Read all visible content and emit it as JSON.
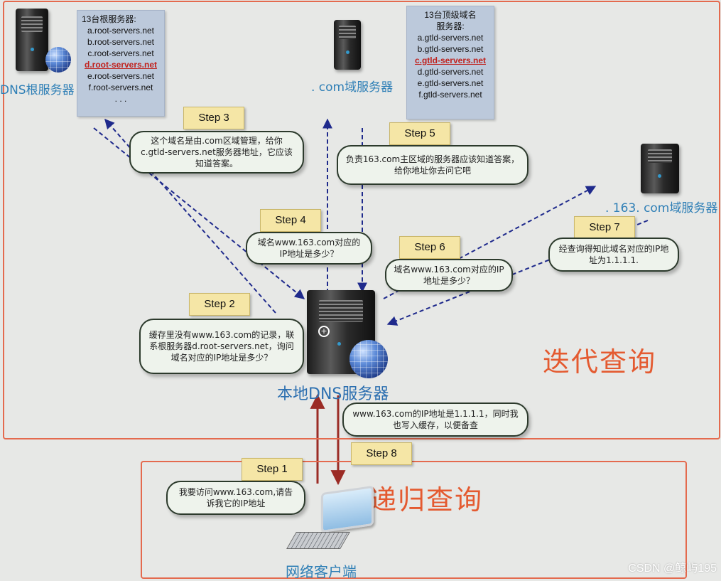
{
  "regions": {
    "iterative_label": "迭代查询",
    "recursive_label": "递归查询"
  },
  "servers": {
    "root_label": "DNS根服务器",
    "com_label": ". com域服务器",
    "n163_label": ". 163. com域服务器",
    "local_label": "本地DNS服务器",
    "client_label": "网络客户端"
  },
  "root_list": {
    "title": "13台根服务器:",
    "items": [
      "a.root-servers.net",
      "b.root-servers.net",
      "c.root-servers.net",
      "d.root-servers.net",
      "e.root-servers.net",
      "f.root-servers.net",
      ". . ."
    ],
    "highlight_index": 3
  },
  "gtld_list": {
    "title_line1": "13台顶级域名",
    "title_line2": "服务器:",
    "items": [
      "a.gtld-servers.net",
      "b.gtld-servers.net",
      "c.gtld-servers.net",
      "d.gtld-servers.net",
      "e.gtld-servers.net",
      "f.gtld-servers.net"
    ],
    "highlight_index": 2
  },
  "steps": {
    "s1": "Step 1",
    "s2": "Step 2",
    "s3": "Step 3",
    "s4": "Step 4",
    "s5": "Step 5",
    "s6": "Step 6",
    "s7": "Step 7",
    "s8": "Step 8"
  },
  "bubbles": {
    "b1": "我要访问www.163.com,请告诉我它的IP地址",
    "b2": "缓存里没有www.163.com的记录，联系根服务器d.root-servers.net，询问域名对应的IP地址是多少？",
    "b3": "这个域名是由.com区域管理，给你c.gtld-servers.net服务器地址，它应该知道答案。",
    "b4": "域名www.163.com对应的IP地址是多少？",
    "b5": "负责163.com主区域的服务器应该知道答案，给你地址你去问它吧",
    "b6": "域名www.163.com对应的IP地址是多少？",
    "b7": "经查询得知此域名对应的IP地址为1.1.1.1.",
    "b8": "www.163.com的IP地址是1.1.1.1，同时我也写入缓存，以便备查"
  },
  "watermark": "CSDN @鲸屿195"
}
